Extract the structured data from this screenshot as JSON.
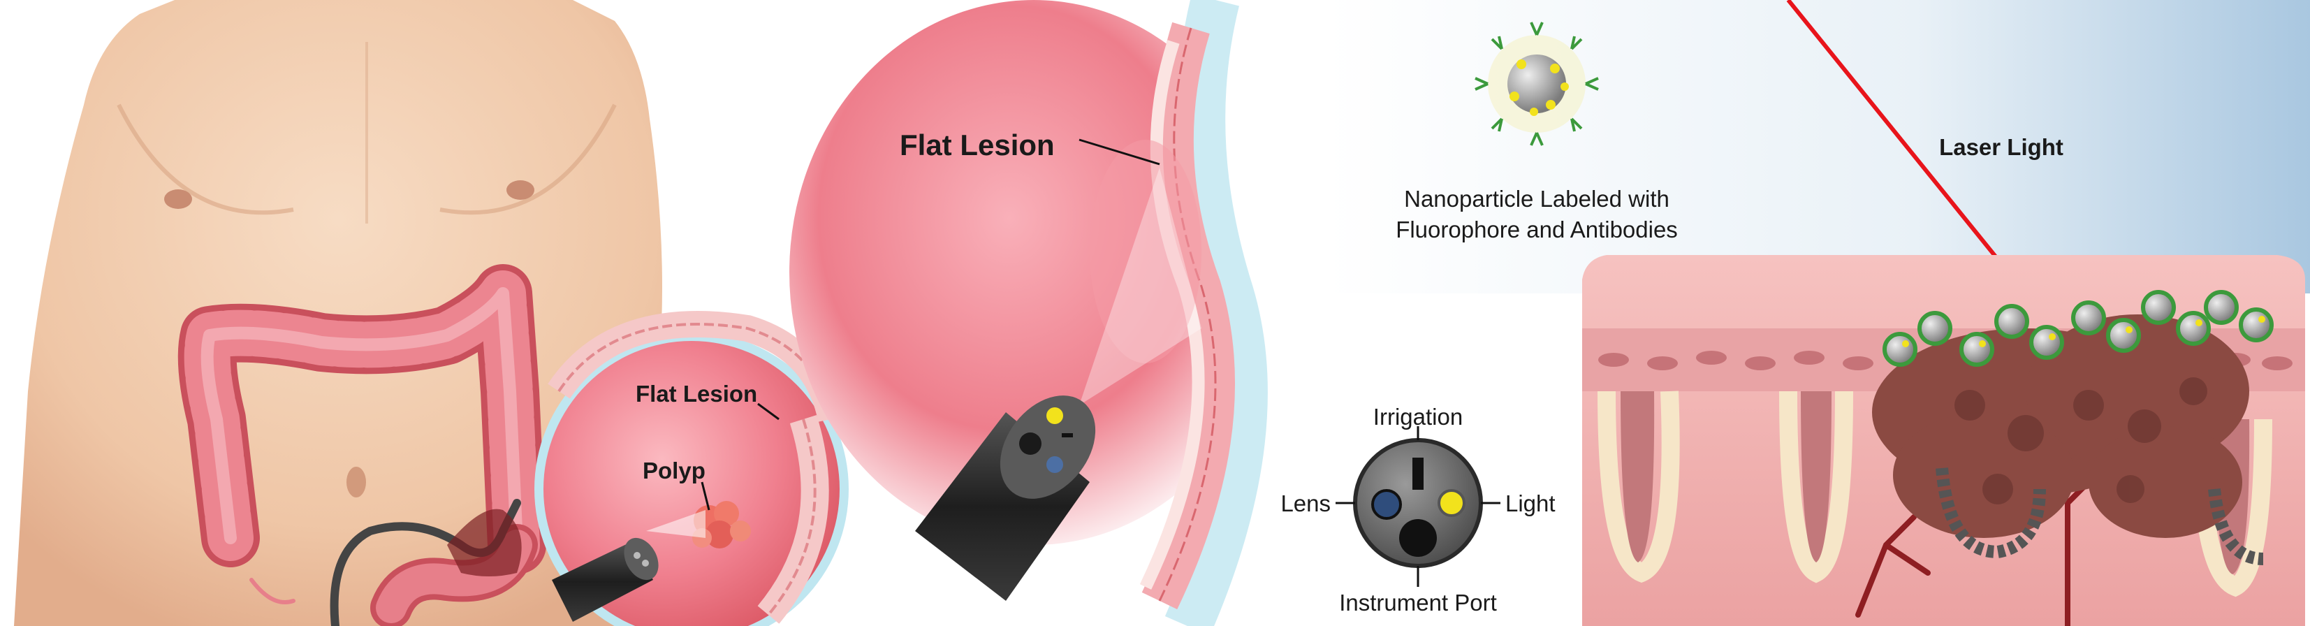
{
  "panel_torso": {
    "labels": {
      "flat_lesion": "Flat Lesion",
      "polyp": "Polyp"
    }
  },
  "panel_closeup": {
    "labels": {
      "flat_lesion": "Flat Lesion"
    }
  },
  "panel_endoscope_tip": {
    "labels": {
      "irrigation": "Irrigation",
      "lens": "Lens",
      "light": "Light",
      "instrument_port": "Instrument Port"
    }
  },
  "panel_nanoparticle": {
    "caption_line1": "Nanoparticle Labeled with",
    "caption_line2": "Fluorophore and Antibodies",
    "laser_label": "Laser Light"
  },
  "colors": {
    "skin": "#f2cdb0",
    "colon": "#e6737a",
    "mucosa": "#f07f8f",
    "laser": "#e8141b",
    "fluorophore": "#f2e21c",
    "antibody": "#3c9a3c",
    "probe": "#2a2a2a"
  }
}
